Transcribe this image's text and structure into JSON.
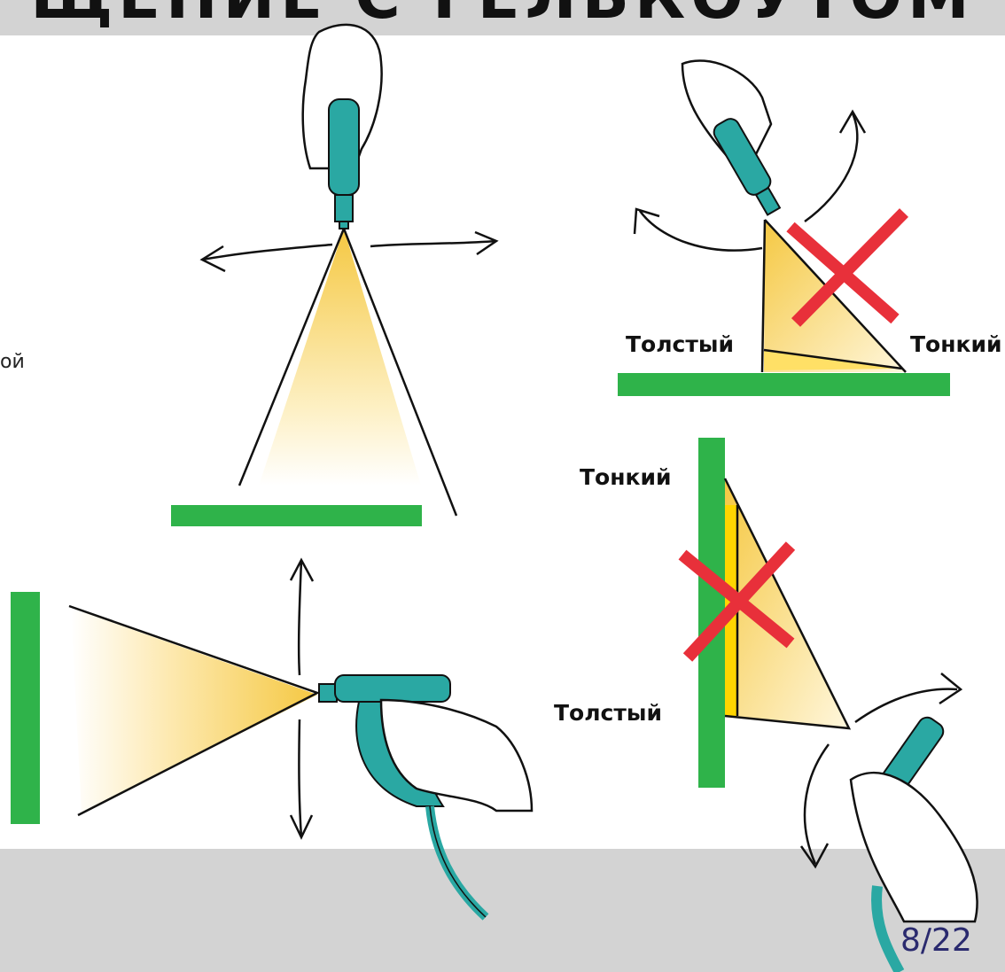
{
  "header": {
    "title_fragment": "ЩЕНИЕ С ГЕЛЬКОУТОМ"
  },
  "side_text_fragment": "ой",
  "labels": {
    "thick_top": "Толстый",
    "thin_top": "Тонкий",
    "thin_vertical": "Тонкий",
    "thick_vertical": "Толстый"
  },
  "page_number": "8/22",
  "colors": {
    "band_gray": "#d3d3d3",
    "surface_green": "#2fb34a",
    "gun_teal": "#2aa8a3",
    "spray_yellow": "#f7d25a",
    "cross_red": "#e8303a",
    "page_number_navy": "#2a2a6e"
  },
  "icons": [
    "spray-gun-icon",
    "hand-icon",
    "arrow-icon",
    "red-cross-icon"
  ]
}
